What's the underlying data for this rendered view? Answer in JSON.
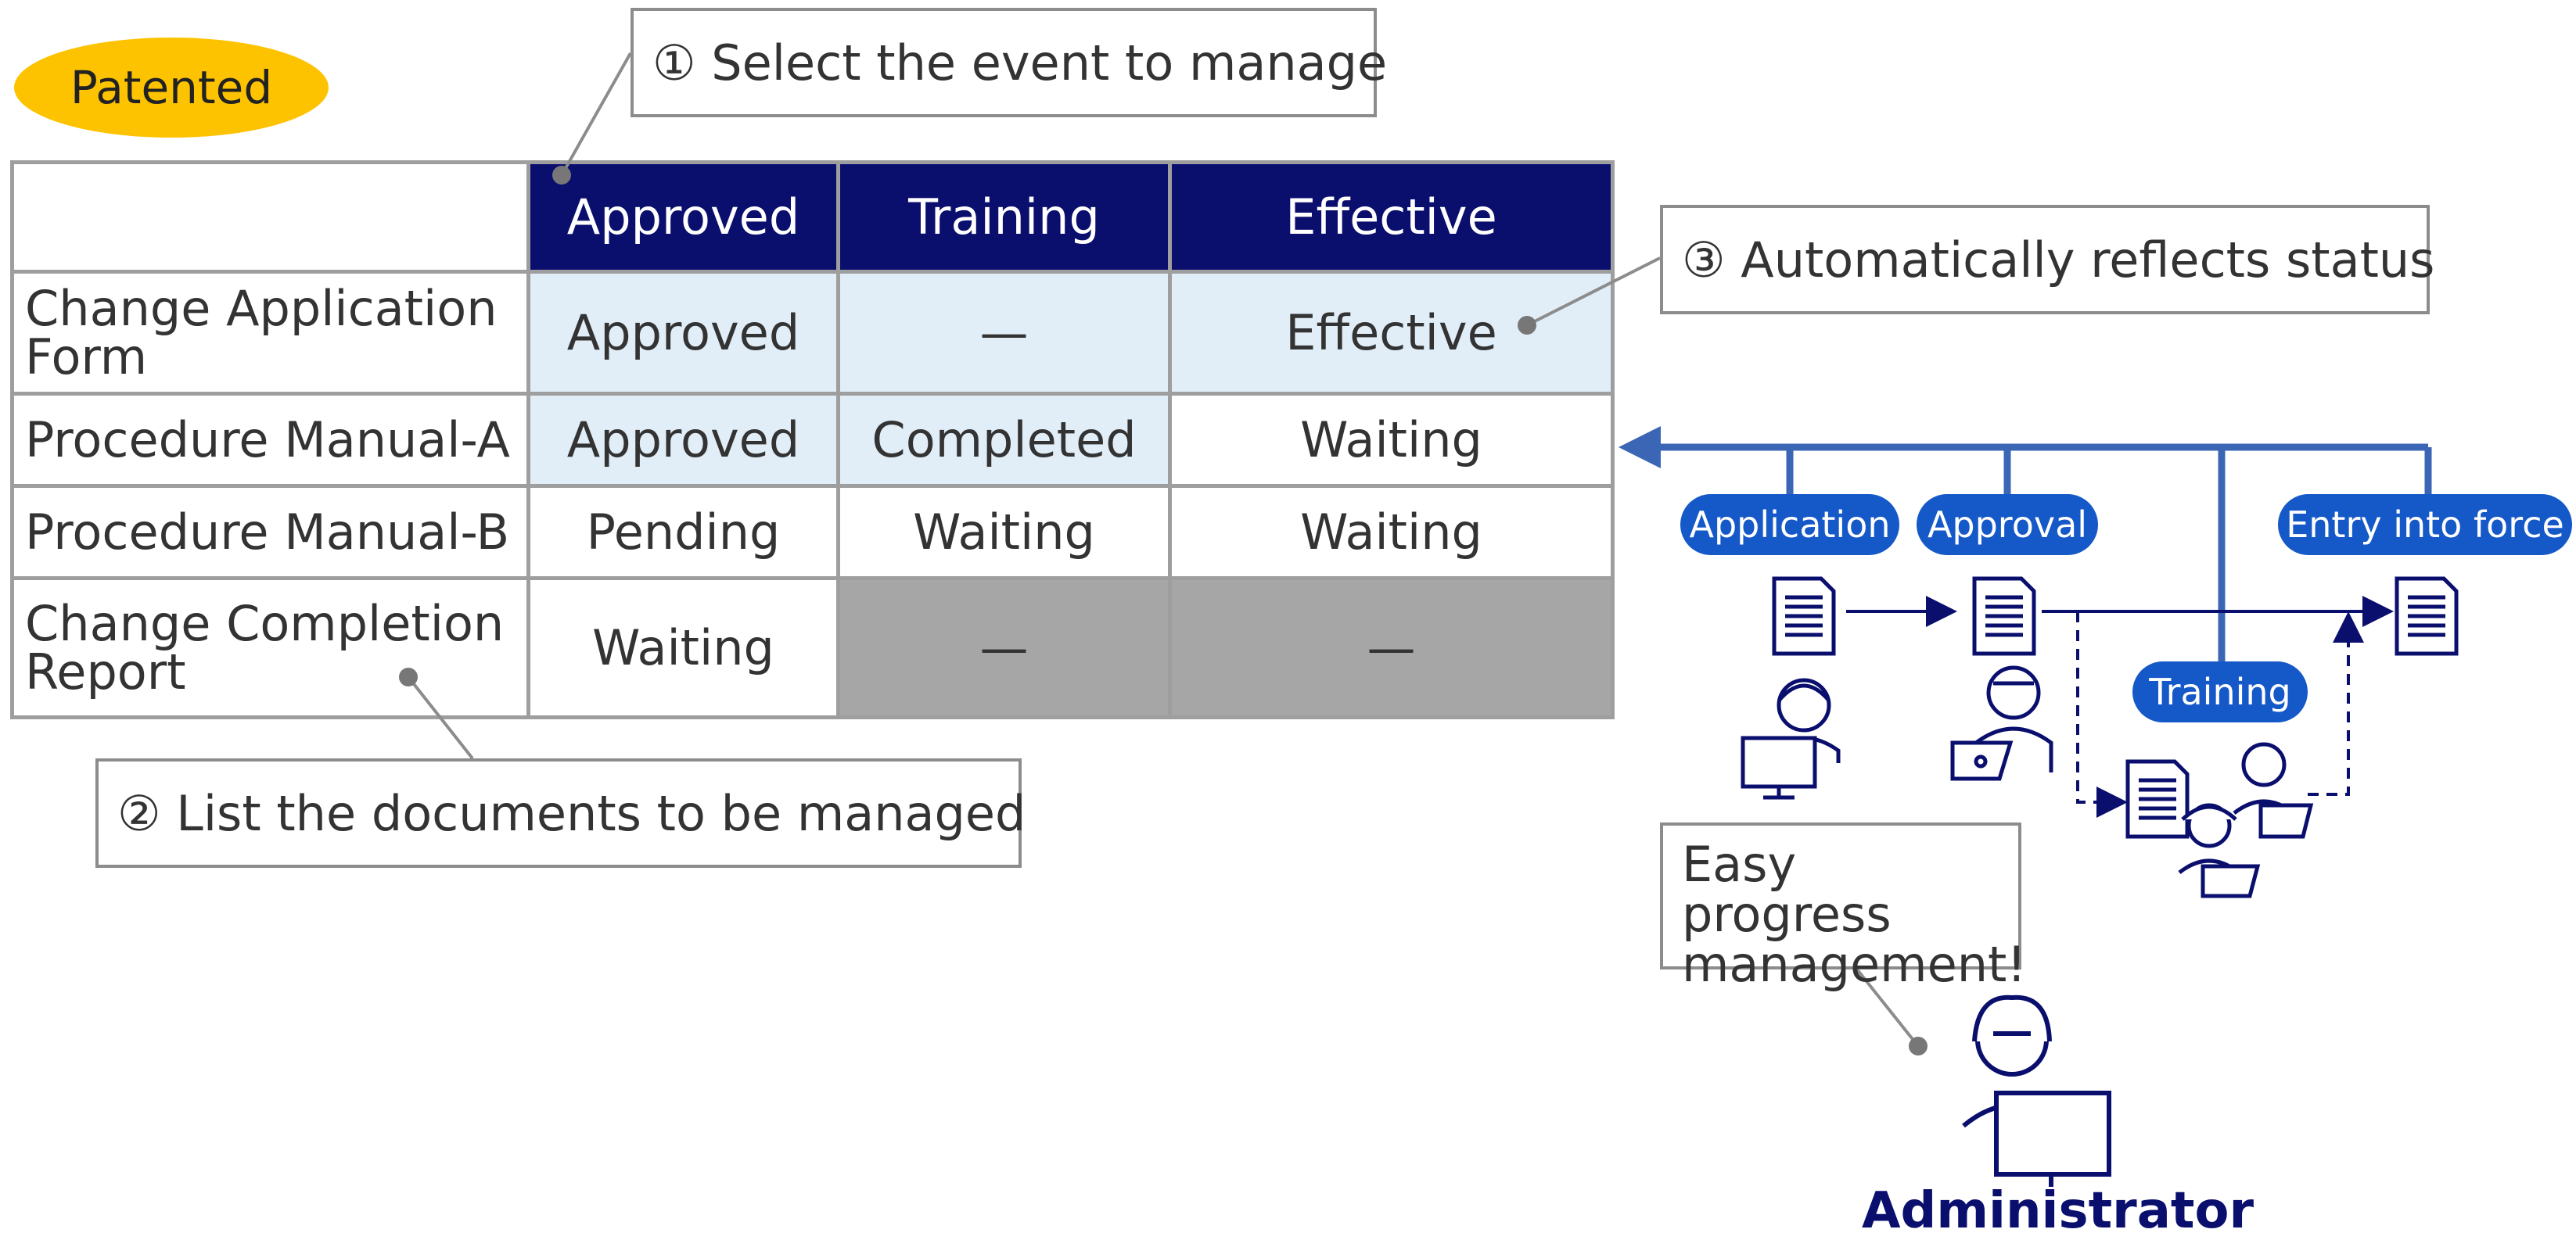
{
  "badge": "Patented",
  "callouts": {
    "select": "① Select the event to manage",
    "list": "② List the documents to be managed",
    "auto": "③ Automatically reflects status"
  },
  "table": {
    "columns": [
      "Approved",
      "Training",
      "Effective"
    ],
    "rows": [
      {
        "label": "Change Application Form",
        "cells": [
          "Approved",
          "—",
          "Effective"
        ]
      },
      {
        "label": "Procedure Manual-A",
        "cells": [
          "Approved",
          "Completed",
          "Waiting"
        ]
      },
      {
        "label": "Procedure Manual-B",
        "cells": [
          "Pending",
          "Waiting",
          "Waiting"
        ]
      },
      {
        "label": "Change Completion Report",
        "cells": [
          "Waiting",
          "—",
          "—"
        ]
      }
    ]
  },
  "workflow": {
    "steps": [
      "Application",
      "Approval",
      "Training",
      "Entry into force"
    ],
    "admin_note": "Easy progress management!",
    "admin_label": "Administrator"
  },
  "colors": {
    "navy": "#0a0f6e",
    "blue": "#1558c8",
    "light_blue": "#e1eef8",
    "gray_cell": "#a6a6a6",
    "badge_yellow": "#FDC300",
    "connector_blue": "#3b66b5"
  }
}
